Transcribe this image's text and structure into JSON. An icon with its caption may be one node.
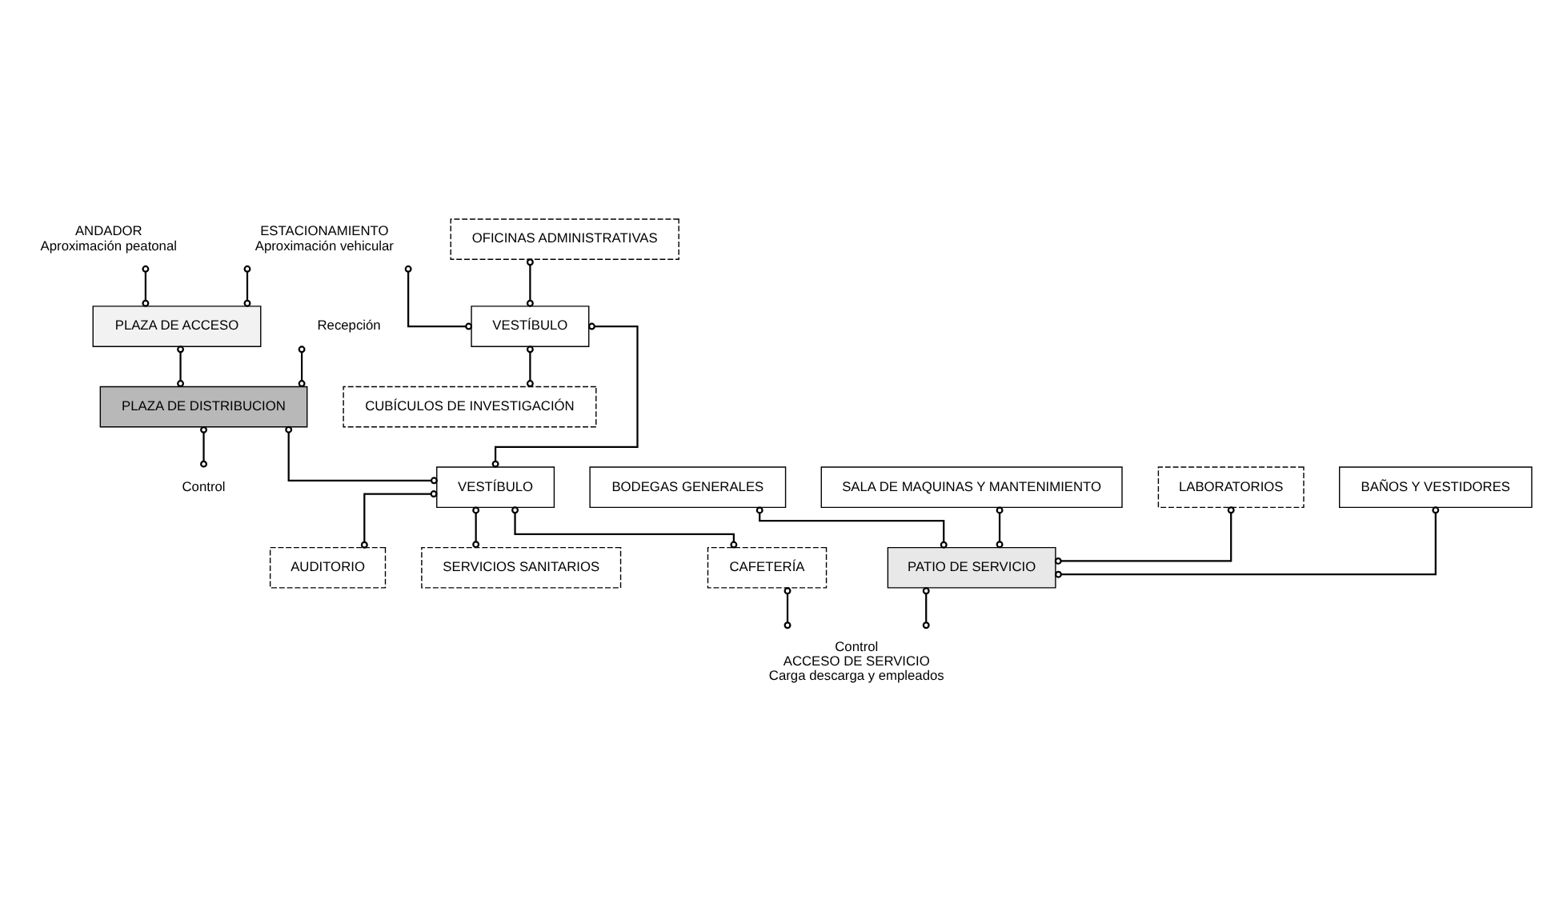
{
  "diagram": {
    "nodes": [
      {
        "text": [
          "ESTACIONAMIENTO",
          "Aproximación vehicular"
        ]
      },
      {
        "text": [
          "ANDADOR",
          "Aproximación peatonal"
        ]
      },
      {
        "text": [
          "PLAZA DE ACCESO"
        ]
      },
      {
        "text": [
          "OFICINAS ADMINISTRATIVAS"
        ]
      },
      {
        "text": [
          "PLAZA DE DISTRIBUCION"
        ]
      },
      {
        "text": [
          "BODEGAS GENERALES"
        ]
      },
      {
        "text": [
          "SALA DE MAQUINAS Y MANTENIMIENTO"
        ]
      },
      {
        "text": [
          "LABORATORIOS"
        ]
      },
      {
        "text": [
          "BAÑOS Y VESTIDORES"
        ]
      },
      {
        "text": [
          "VESTÍBULO"
        ]
      },
      {
        "text": [
          "Recepción"
        ]
      },
      {
        "text": [
          "Control"
        ]
      },
      {
        "text": [
          "PATIO DE SERVICIO"
        ]
      },
      {
        "text": [
          "CUBÍCULOS DE INVESTIGACIÓN"
        ]
      },
      {
        "text": [
          "VESTÍBULO"
        ]
      },
      {
        "text": [
          "AUDITORIO"
        ]
      },
      {
        "text": [
          "ACCESO DE SERVICIO",
          "Carga descarga y empleados"
        ],
        "beside": [
          "Control"
        ]
      },
      {
        "text": [
          "SERVICIOS SANITARIOS"
        ]
      },
      {
        "text": [
          "CAFETERÍA"
        ]
      }
    ],
    "edges": [
      {
        "from": 0,
        "to": 2,
        "arrow": "other"
      },
      {
        "from": 1,
        "to": 2,
        "arrow": "other"
      },
      {
        "from": 0,
        "to": 9,
        "arrow": "other"
      },
      {
        "from": 2,
        "to": 4,
        "arrow": "other"
      },
      {
        "from": 3,
        "to": 9,
        "arrow": "other"
      },
      {
        "from": 10,
        "to": 4,
        "arrow": "other"
      },
      {
        "from": 4,
        "to": 11,
        "arrow": "other"
      },
      {
        "from": 9,
        "to": 13,
        "arrow": "other"
      },
      {
        "from": 9,
        "to": 14,
        "arrow": "other"
      },
      {
        "from": 4,
        "to": 14,
        "arrow": "other"
      },
      {
        "from": 7,
        "to": 12,
        "arrow": "other"
      },
      {
        "from": 5,
        "to": 12,
        "arrow": "other"
      },
      {
        "from": 6,
        "to": 12,
        "arrow": "other"
      },
      {
        "from": 8,
        "to": 12,
        "arrow": "other"
      },
      {
        "from": 12,
        "to": 16,
        "arrow": "other"
      },
      {
        "from": 14,
        "to": 15,
        "arrow": "other"
      },
      {
        "from": 14,
        "to": 18,
        "arrow": "other"
      },
      {
        "from": 14,
        "to": 17,
        "arrow": "other"
      },
      {
        "from": 18,
        "to": 16,
        "arrow": "other"
      }
    ]
  }
}
